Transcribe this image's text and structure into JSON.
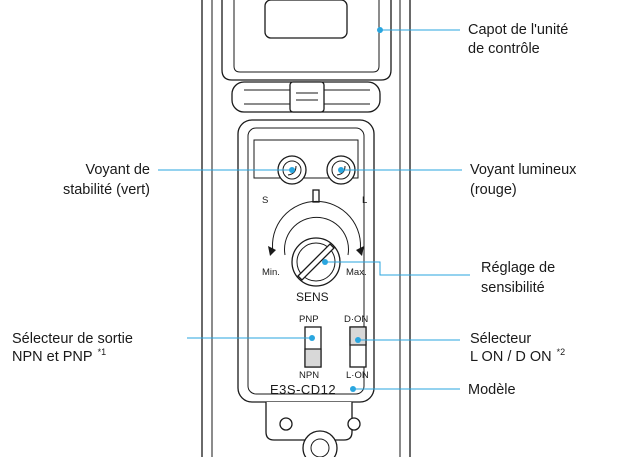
{
  "callouts": {
    "cover": {
      "line1": "Capot de l'unité",
      "line2": "de contrôle"
    },
    "stability": {
      "line1": "Voyant de",
      "line2": "stabilité (vert)"
    },
    "light": {
      "line1": "Voyant lumineux",
      "line2": "(rouge)"
    },
    "sensitivity": {
      "line1": "Réglage de",
      "line2": "sensibilité"
    },
    "output_selector": {
      "line1": "Sélecteur de sortie",
      "line2": "NPN et PNP",
      "note": "*1"
    },
    "mode_selector": {
      "line1": "Sélecteur",
      "line2": "L ON / D ON",
      "note": "*2"
    },
    "model": {
      "label": "Modèle"
    }
  },
  "device": {
    "led_s": "S",
    "led_l": "L",
    "min": "Min.",
    "max": "Max.",
    "sens": "SENS",
    "pnp": "PNP",
    "npn": "NPN",
    "don": "D·ON",
    "lon": "L·ON",
    "model_code": "E3S-CD12"
  },
  "colors": {
    "leader": "#2aa6df",
    "outline": "#1a1a1a",
    "fill_gray": "#d8d8d8"
  }
}
